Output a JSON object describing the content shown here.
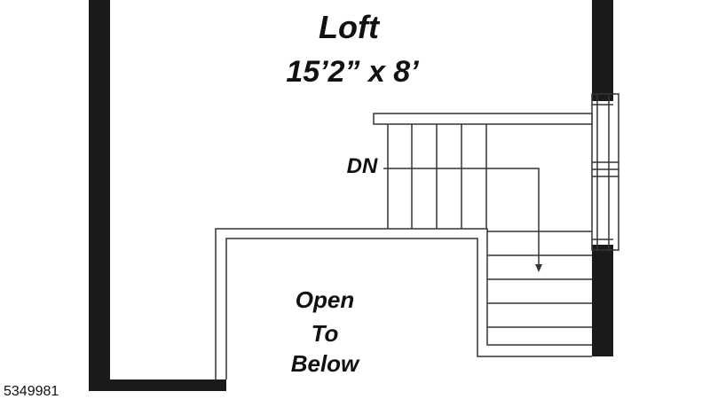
{
  "room": {
    "name": "Loft",
    "dimensions": "15’2” x 8’"
  },
  "stairs": {
    "direction_label": "DN"
  },
  "opening": {
    "line1": "Open",
    "line2": "To",
    "line3": "Below"
  },
  "listing_id": "5349981",
  "colors": {
    "wall": "#1a1a1a",
    "line": "#333333",
    "background": "#ffffff"
  }
}
